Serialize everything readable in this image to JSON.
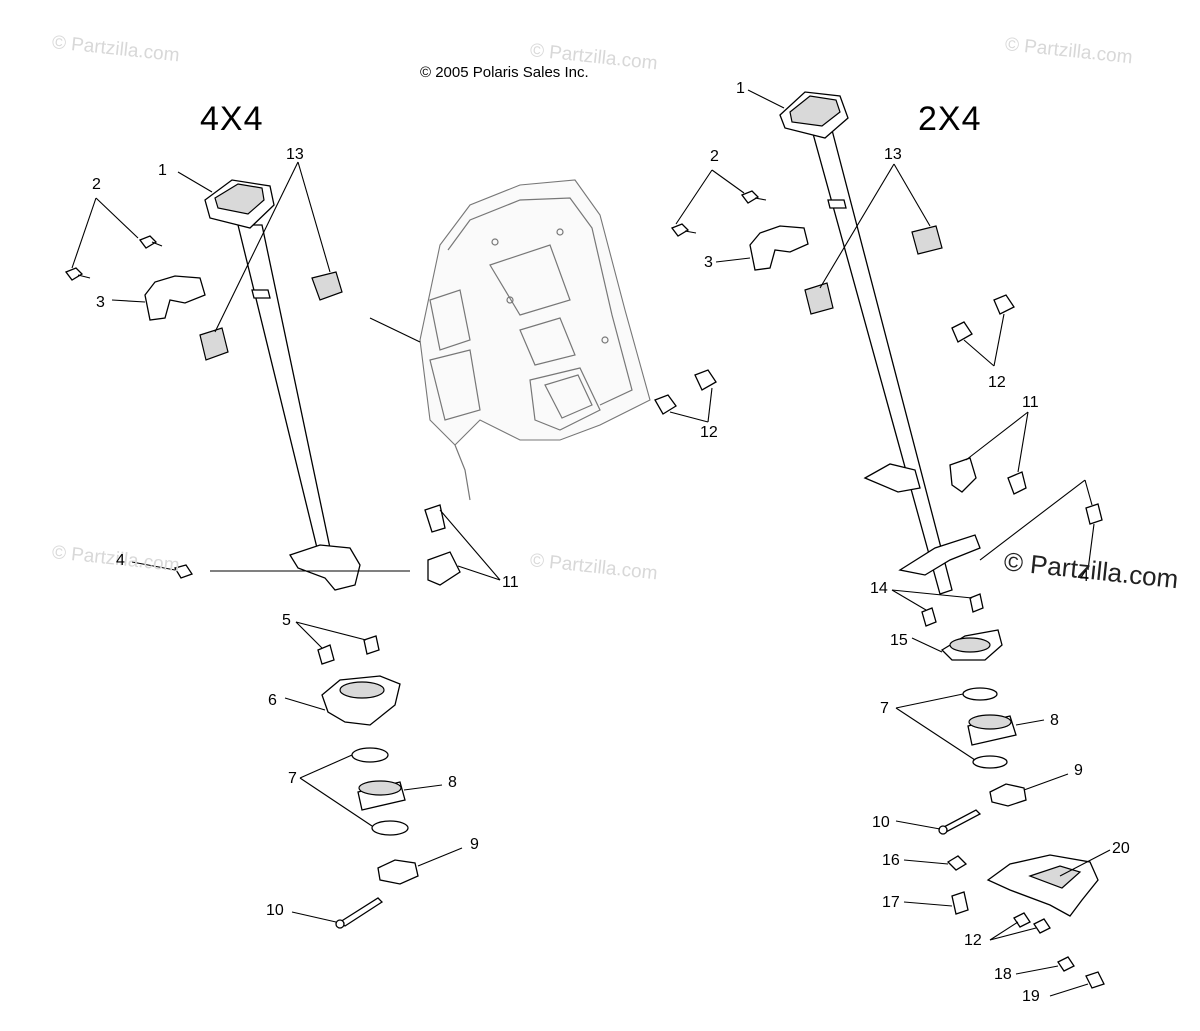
{
  "copyright": "© 2005 Polaris Sales Inc.",
  "sections": {
    "left_title": "4X4",
    "right_title": "2X4"
  },
  "watermarks": {
    "text": "© Partzilla.com",
    "text_split_a": "© Partz",
    "text_split_b": "illa.com"
  },
  "callouts_4x4": [
    "1",
    "2",
    "3",
    "13",
    "4",
    "5",
    "6",
    "7",
    "8",
    "9",
    "10",
    "11",
    "12"
  ],
  "callouts_2x4": [
    "1",
    "2",
    "3",
    "13",
    "12",
    "11",
    "4",
    "14",
    "15",
    "7",
    "8",
    "9",
    "10",
    "16",
    "17",
    "12",
    "20",
    "18",
    "19"
  ],
  "colors": {
    "line": "#000000",
    "watermark": "#d8d8d8",
    "frame": "#777777"
  }
}
